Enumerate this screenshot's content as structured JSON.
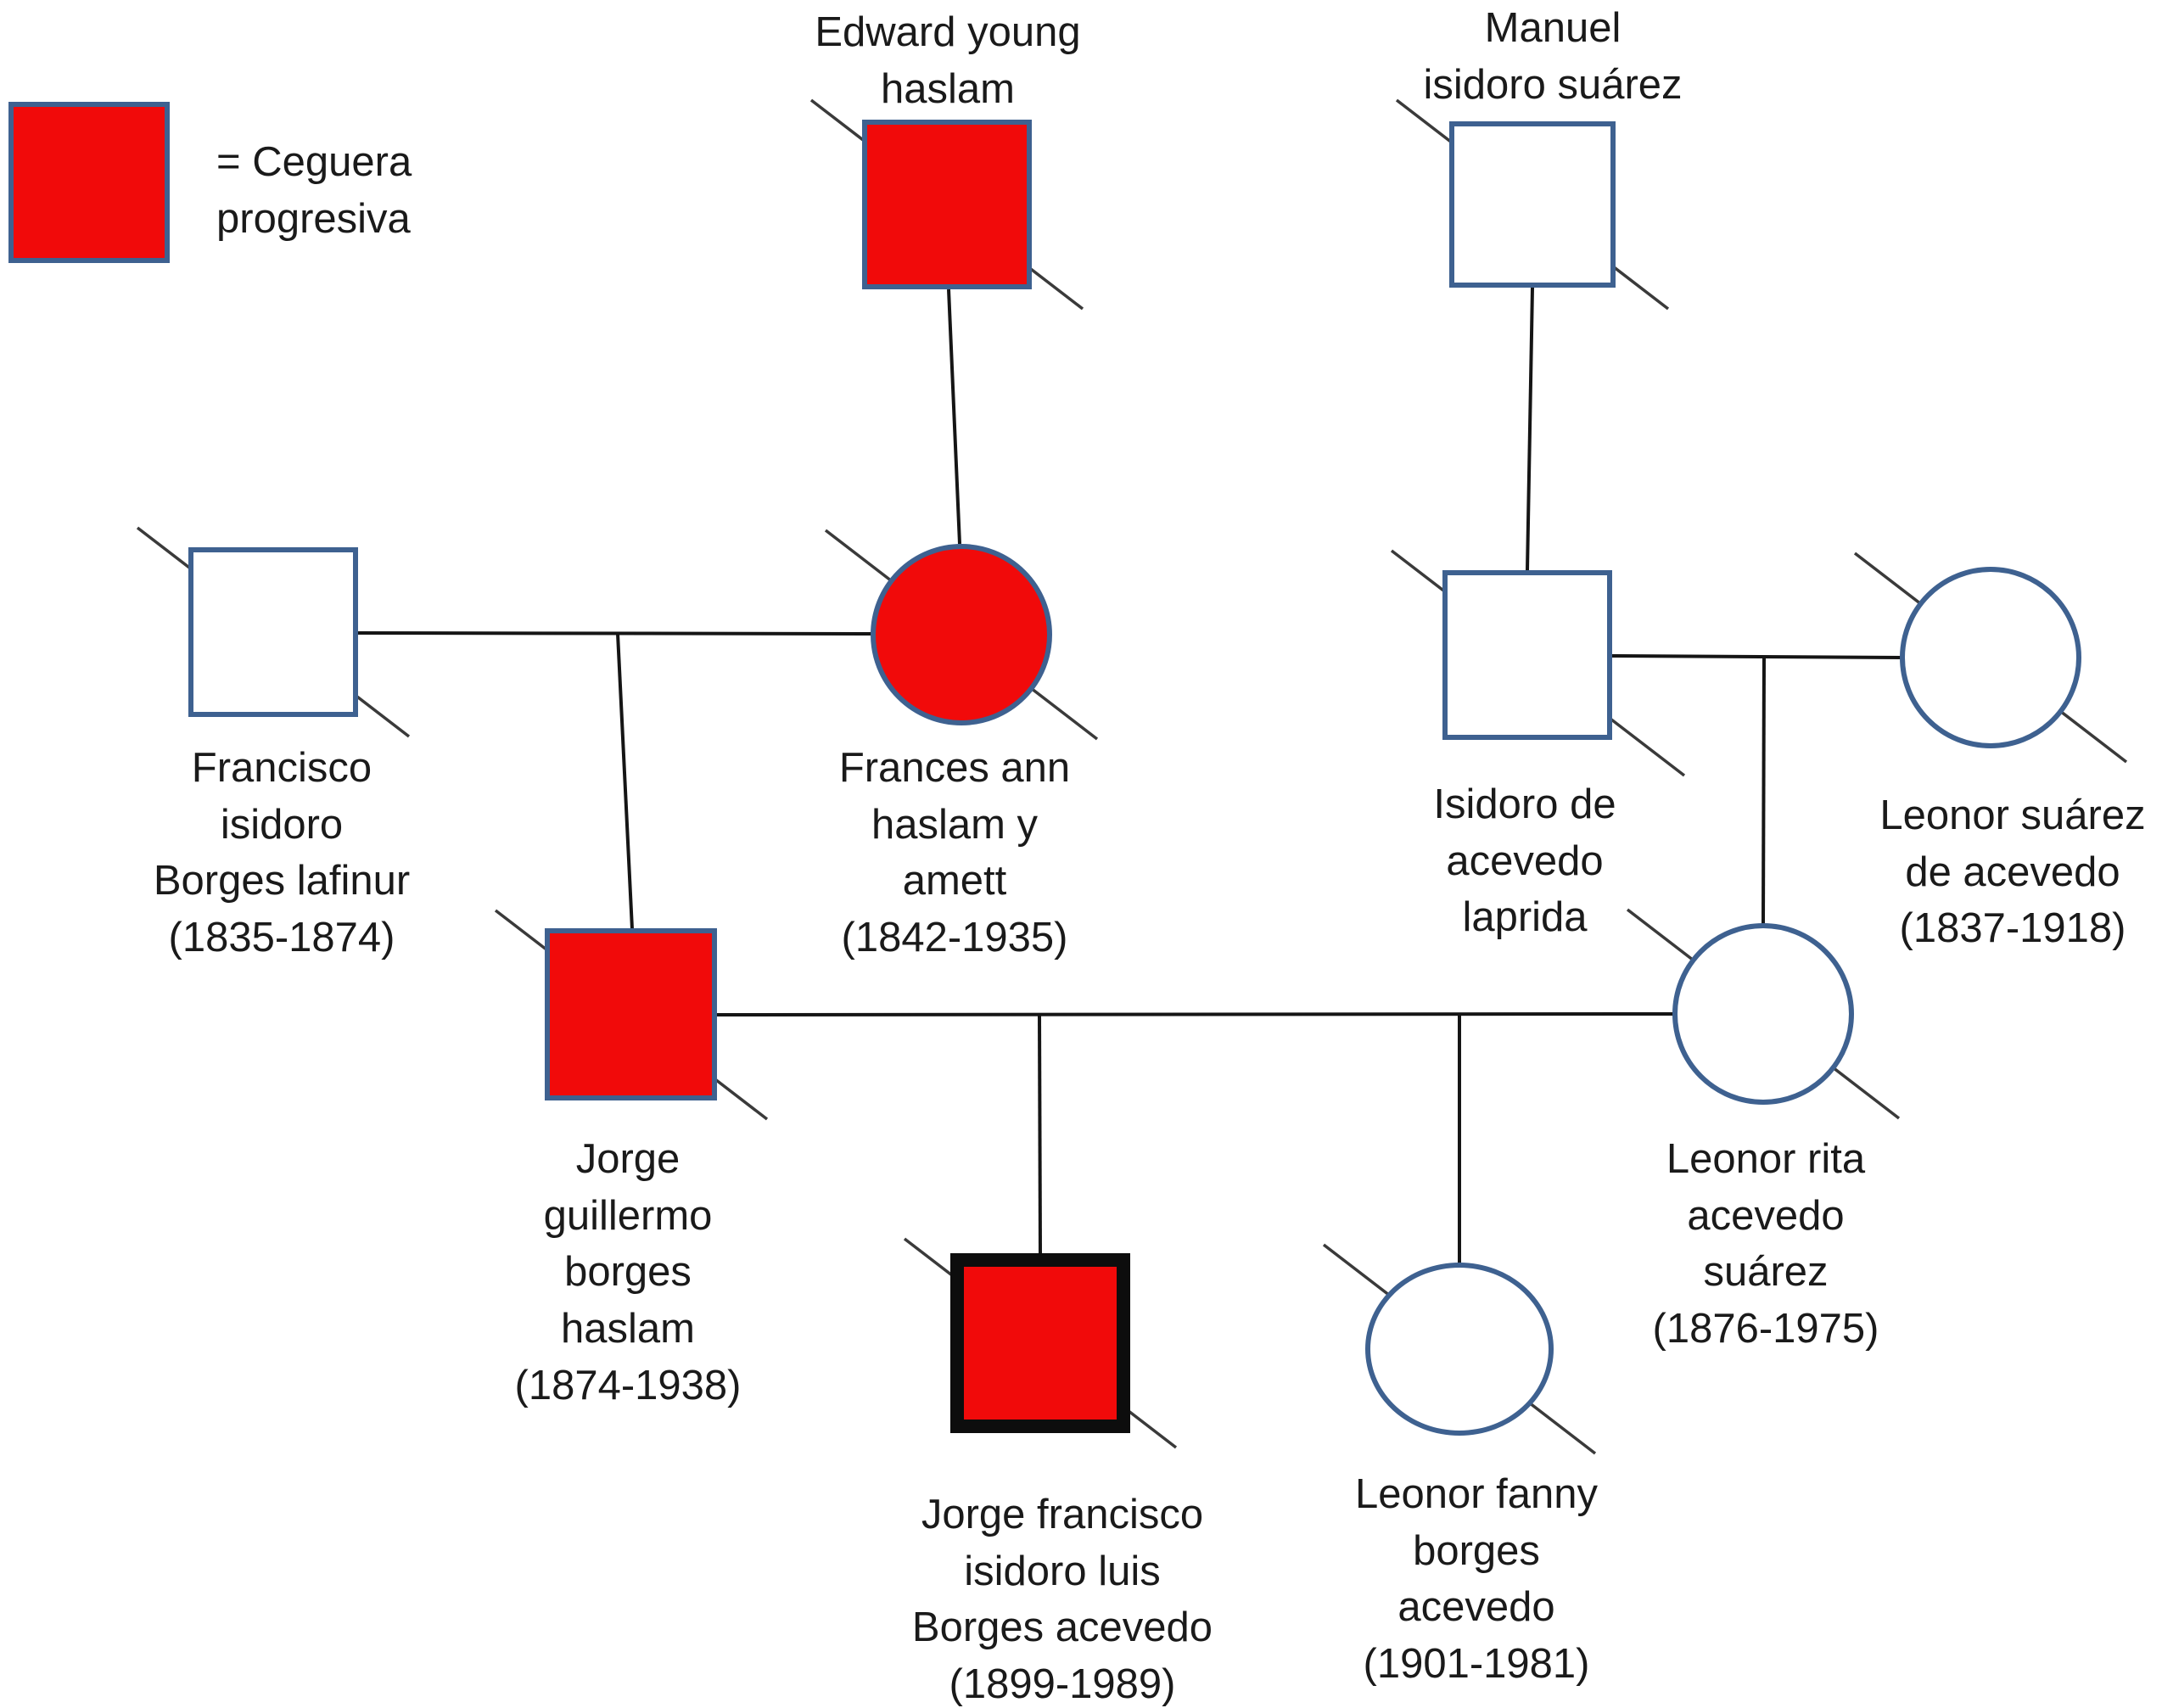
{
  "legend": {
    "label": "= Ceguera\nprogresiva",
    "symbol_meaning": "affected"
  },
  "colors": {
    "affected": "#f10a0a",
    "border": "#3e6190",
    "proband": "#0d0d0d",
    "line": "#151515",
    "slash": "#3a3a3a",
    "text": "#1a1a1a"
  },
  "persons": [
    {
      "id": "edward-young-haslam",
      "label": "Edward young\nhaslam",
      "shape": "square",
      "sex": "male",
      "affected": true,
      "deceased": true
    },
    {
      "id": "manuel-isidoro-suarez",
      "label": "Manuel\nisidoro suárez",
      "shape": "square",
      "sex": "male",
      "affected": false,
      "deceased": true
    },
    {
      "id": "francisco-isidoro-borges-lafinur",
      "label": "Francisco\nisidoro\nBorges lafinur\n(1835-1874)",
      "shape": "square",
      "sex": "male",
      "affected": false,
      "deceased": true
    },
    {
      "id": "frances-ann-haslam-y-amett",
      "label": "Frances ann\nhaslam y\namett\n(1842-1935)",
      "shape": "circle",
      "sex": "female",
      "affected": true,
      "deceased": true
    },
    {
      "id": "isidoro-de-acevedo-laprida",
      "label": "Isidoro de\nacevedo\nlaprida",
      "shape": "square",
      "sex": "male",
      "affected": false,
      "deceased": true
    },
    {
      "id": "leonor-suarez-de-acevedo",
      "label": "Leonor suárez\nde acevedo\n(1837-1918)",
      "shape": "circle",
      "sex": "female",
      "affected": false,
      "deceased": true
    },
    {
      "id": "jorge-guillermo-borges-haslam",
      "label": "Jorge\nguillermo\nborges\nhaslam\n(1874-1938)",
      "shape": "square",
      "sex": "male",
      "affected": true,
      "deceased": true
    },
    {
      "id": "leonor-rita-acevedo-suarez",
      "label": "Leonor rita\nacevedo\nsuárez\n(1876-1975)",
      "shape": "circle",
      "sex": "female",
      "affected": false,
      "deceased": true
    },
    {
      "id": "jorge-francisco-isidoro-luis-borges-acevedo",
      "label": "Jorge francisco\nisidoro luis\nBorges acevedo\n(1899-1989)",
      "shape": "square",
      "sex": "male",
      "affected": true,
      "deceased": true,
      "proband": true
    },
    {
      "id": "leonor-fanny-borges-acevedo",
      "label": "Leonor fanny\nborges\nacevedo\n(1901-1981)",
      "shape": "circle",
      "sex": "female",
      "affected": false,
      "deceased": true
    }
  ],
  "relationships": [
    {
      "type": "parent-child",
      "parent": "edward-young-haslam",
      "child": "frances-ann-haslam-y-amett"
    },
    {
      "type": "parent-child",
      "parent": "manuel-isidoro-suarez",
      "child": "isidoro-de-acevedo-laprida"
    },
    {
      "type": "couple",
      "partners": [
        "francisco-isidoro-borges-lafinur",
        "frances-ann-haslam-y-amett"
      ],
      "children": [
        "jorge-guillermo-borges-haslam"
      ]
    },
    {
      "type": "couple",
      "partners": [
        "isidoro-de-acevedo-laprida",
        "leonor-suarez-de-acevedo"
      ],
      "children": [
        "leonor-rita-acevedo-suarez"
      ]
    },
    {
      "type": "couple",
      "partners": [
        "jorge-guillermo-borges-haslam",
        "leonor-rita-acevedo-suarez"
      ],
      "children": [
        "jorge-francisco-isidoro-luis-borges-acevedo",
        "leonor-fanny-borges-acevedo"
      ]
    }
  ]
}
